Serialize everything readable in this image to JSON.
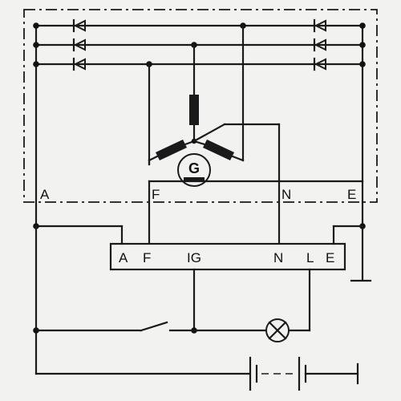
{
  "diagram": {
    "alternator_labels": {
      "a": "A",
      "f": "F",
      "n": "N",
      "e": "E"
    },
    "generator_symbol": "G",
    "regulator_labels": {
      "a": "A",
      "f": "F",
      "ig": "IG",
      "n": "N",
      "l": "L",
      "e": "E"
    },
    "icons": {
      "diode": "diode-icon",
      "lamp": "lamp-icon",
      "battery": "battery-icon",
      "switch": "switch-icon",
      "ground": "ground-icon",
      "winding": "stator-winding-icon"
    }
  }
}
